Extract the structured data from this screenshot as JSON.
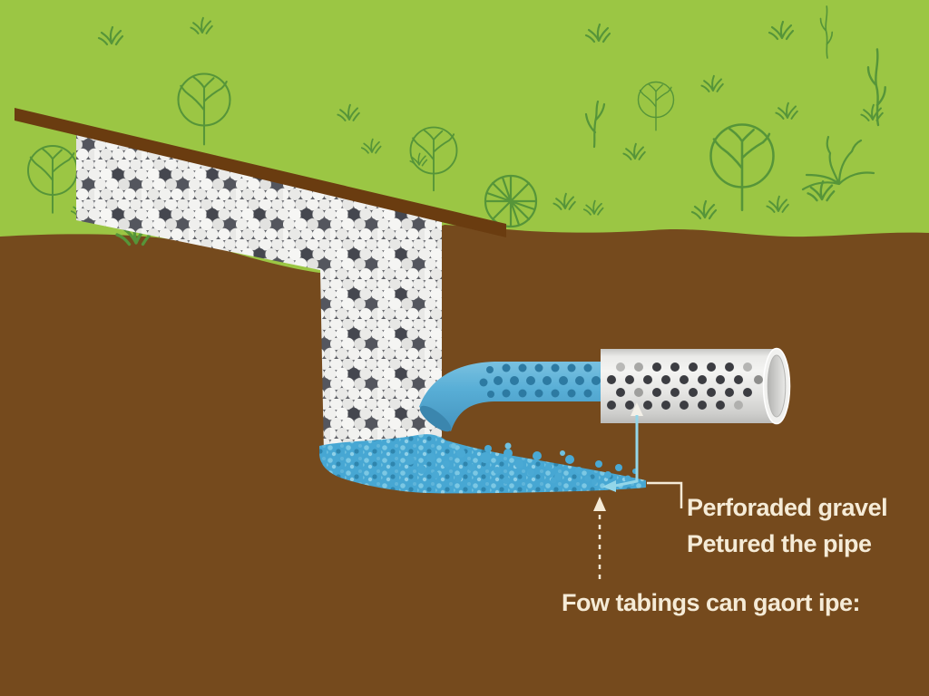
{
  "labels": {
    "perforated_gravel": "Perforaded gravel",
    "returned_pipe": "Petured the pipe",
    "caption": "Fow tabings can gaort ipe:"
  },
  "colors": {
    "grass": "#9bc644",
    "plant": "#569539",
    "soil": "#754a1d",
    "soil_bar": "#6a3c10",
    "gravel_joint": "#5f6167",
    "pebble_light": "#f2f2f0",
    "pebble_dark": "#45474f",
    "water": "#47a7d3",
    "water_light": "#8fd0e8",
    "water_deep": "#2f85ad",
    "pipe_blue": "#58aed6",
    "pipe_blue_dark": "#2d7aa2",
    "pipe_gray": "#e8e8e6",
    "pipe_hole": "#3c3d42",
    "leader": "#93d6e9",
    "cream": "#f5ebd7"
  }
}
